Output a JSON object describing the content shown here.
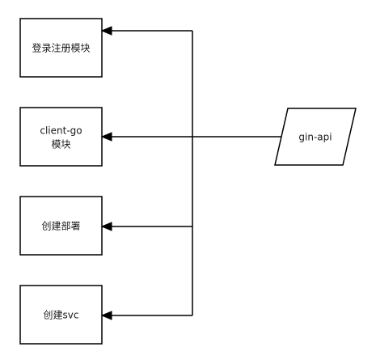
{
  "nodes": {
    "login": {
      "label": "登录注册模块"
    },
    "client_go": {
      "label_line1": "client-go",
      "label_line2": "模块"
    },
    "deploy": {
      "label": "创建部署"
    },
    "svc": {
      "label": "创建svc"
    },
    "gin_api": {
      "label": "gin-api"
    }
  },
  "edges": [
    {
      "from": "gin-api",
      "to": "登录注册模块"
    },
    {
      "from": "gin-api",
      "to": "client-go 模块"
    },
    {
      "from": "gin-api",
      "to": "创建部署"
    },
    {
      "from": "gin-api",
      "to": "创建svc"
    }
  ]
}
